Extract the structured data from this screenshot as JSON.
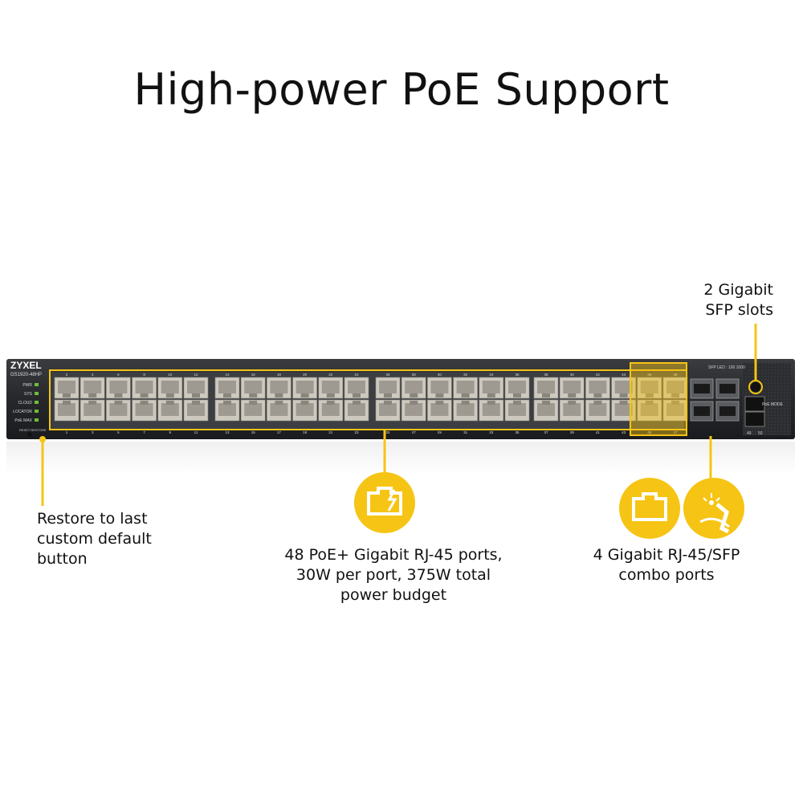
{
  "title": "High-power PoE Support",
  "device": {
    "brand": "ZYXEL",
    "model": "GS1920-48HP",
    "leds": [
      "PWR",
      "SYS",
      "CLOUD",
      "LOCATOR",
      "PoE MAX"
    ],
    "reset_label": "RESET   RESTORE",
    "sfp_led_label": "SFP LED : 100 1000",
    "poe_mode_label": "PoE MODE",
    "port_numbers_top": [
      "2",
      "4",
      "6",
      "8",
      "10",
      "12",
      "14",
      "16",
      "18",
      "20",
      "22",
      "24",
      "26",
      "28",
      "30",
      "32",
      "34",
      "36",
      "38",
      "40",
      "42",
      "44",
      "46",
      "48"
    ],
    "port_numbers_bottom": [
      "1",
      "3",
      "5",
      "7",
      "9",
      "11",
      "13",
      "15",
      "17",
      "19",
      "21",
      "23",
      "25",
      "27",
      "29",
      "31",
      "33",
      "35",
      "37",
      "39",
      "41",
      "43",
      "45",
      "47"
    ],
    "sfp_slot_numbers": [
      "49",
      "50"
    ]
  },
  "callouts": {
    "sfp_slots": [
      "2 Gigabit",
      "SFP slots"
    ],
    "restore": [
      "Restore to last",
      "custom default",
      "button"
    ],
    "poe_ports": [
      "48 PoE+ Gigabit RJ-45 ports,",
      "30W per port, 375W total",
      "power budget"
    ],
    "combo_ports": [
      "4 Gigabit RJ-45/SFP",
      "combo ports"
    ]
  },
  "icons": {
    "poe": "ethernet-port-lightning-icon",
    "rj45": "ethernet-port-icon",
    "sfp": "fiber-optic-cable-icon"
  },
  "colors": {
    "highlight": "#f6c414",
    "chassis": "#2a2c30",
    "port": "#c9c6bd"
  }
}
